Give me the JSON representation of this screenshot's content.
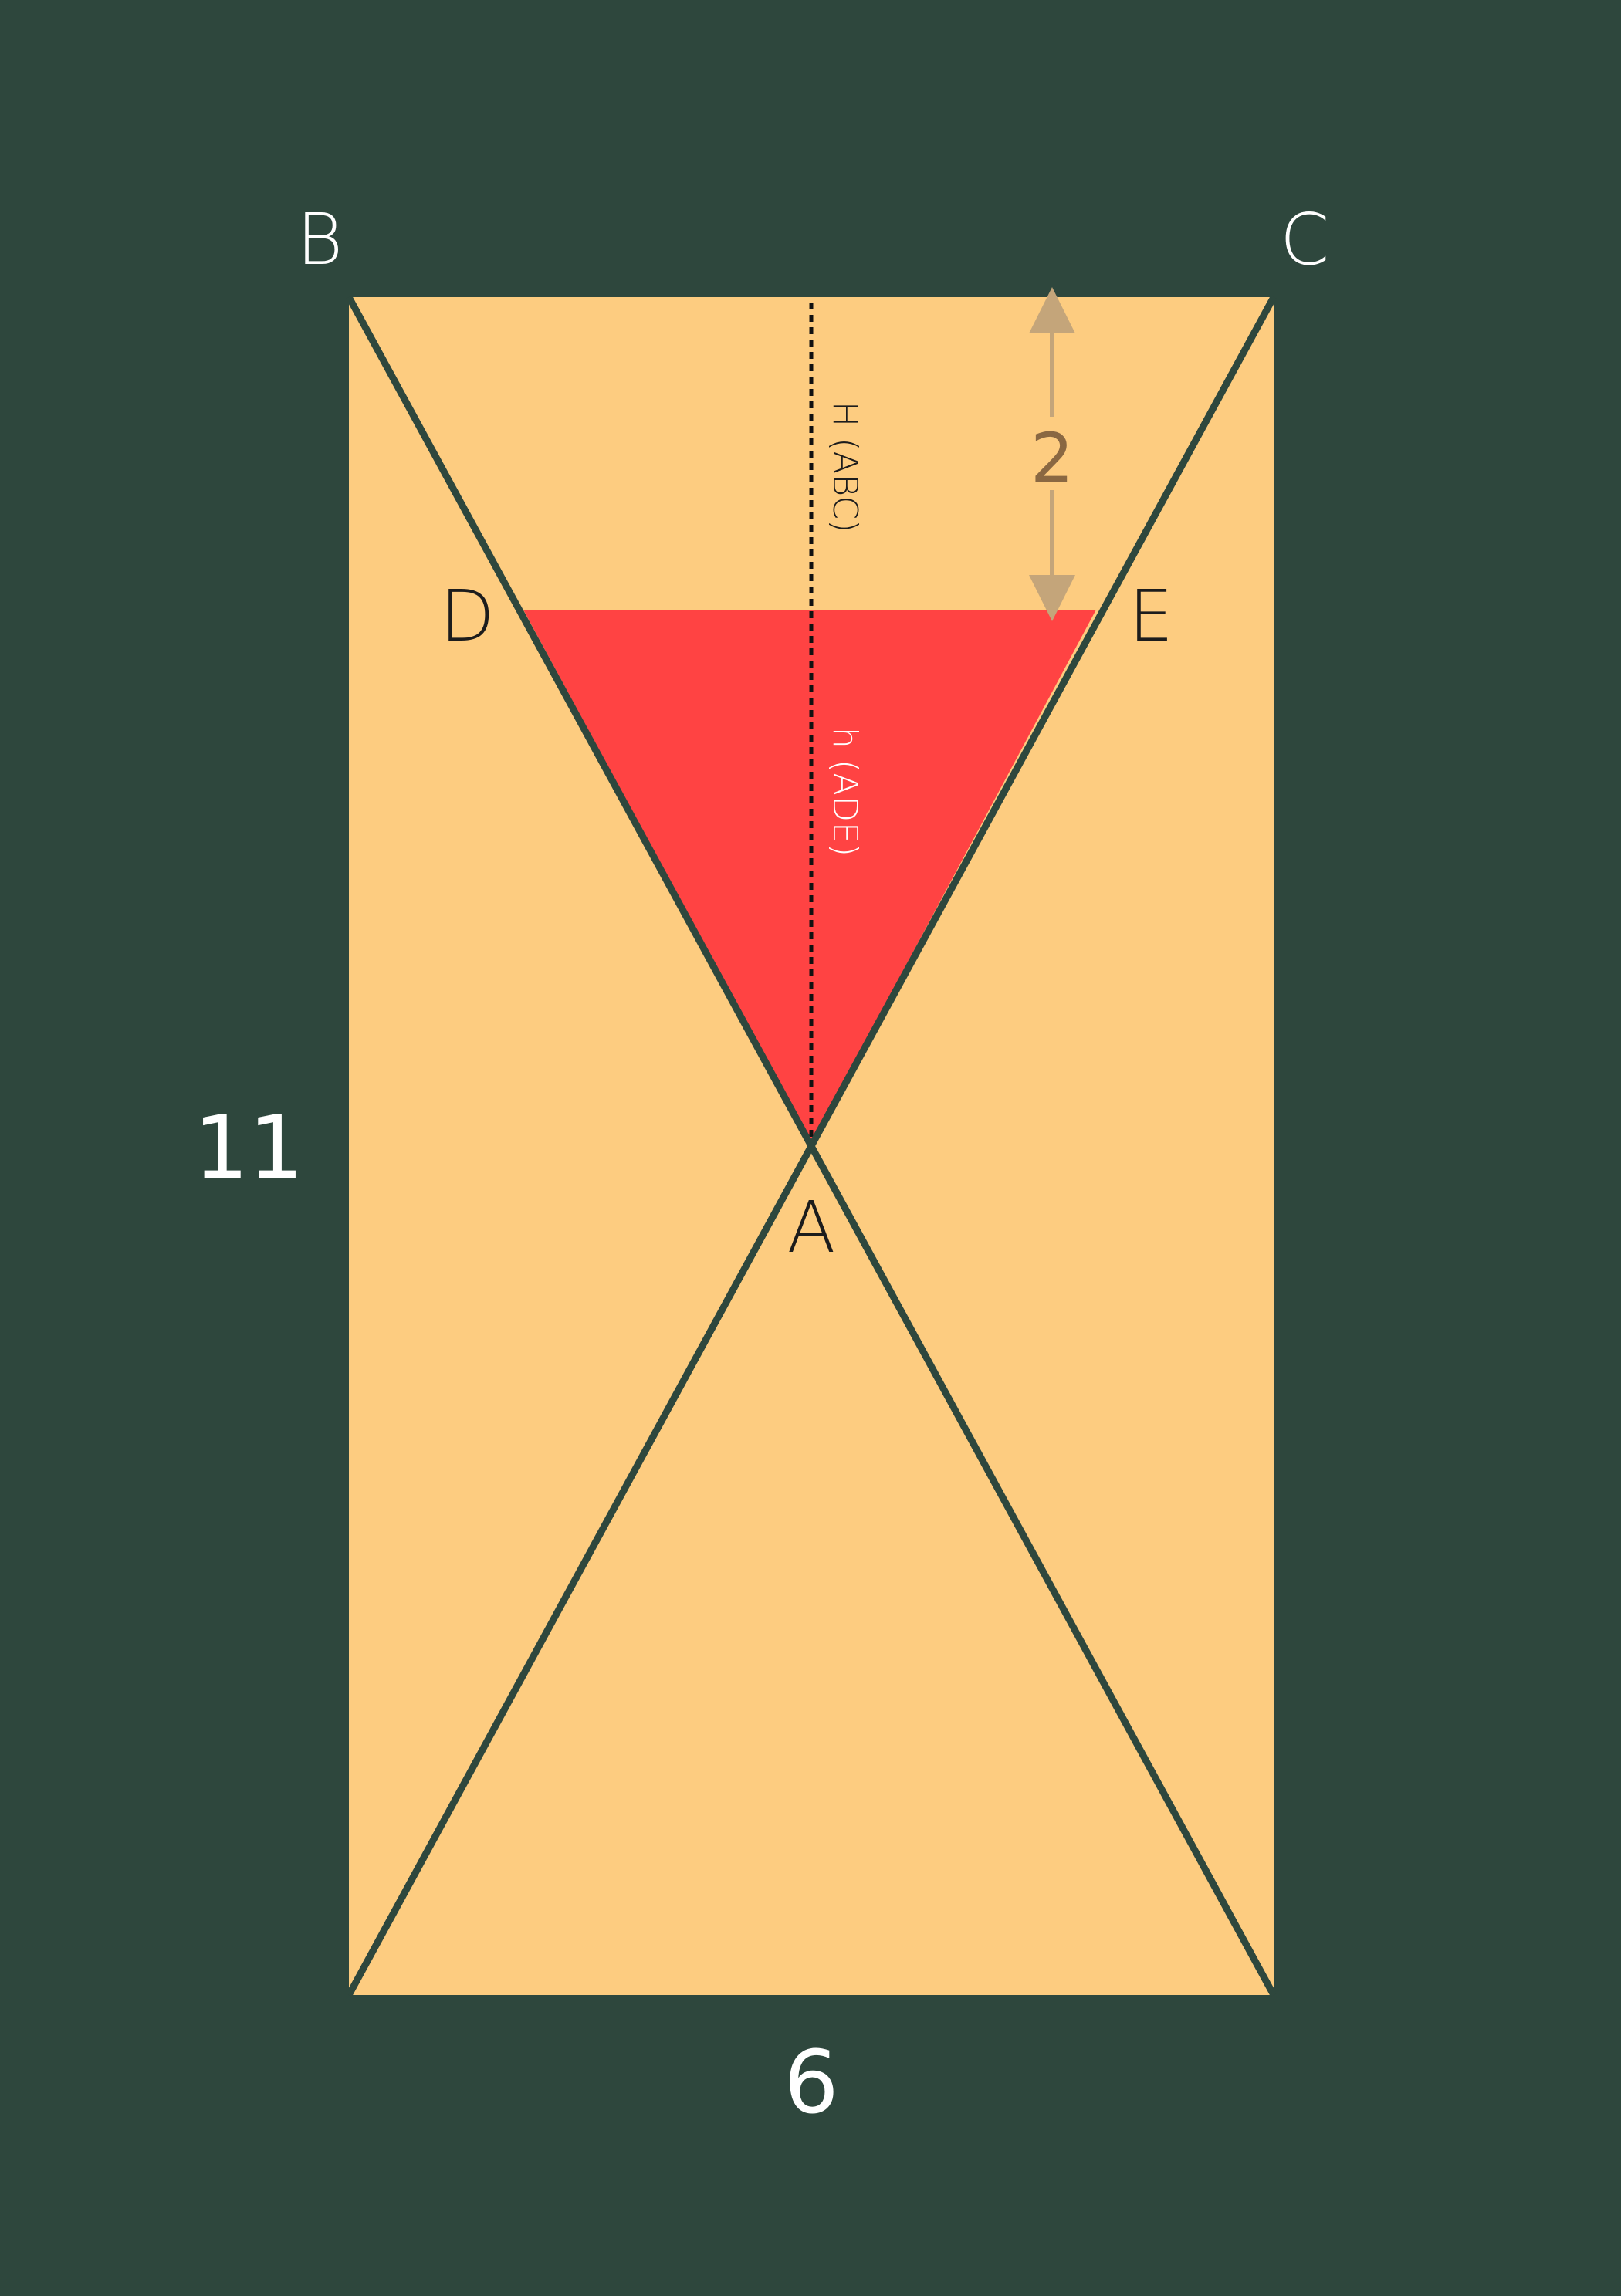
{
  "colors": {
    "background": "#2e473d",
    "rectangle_fill": "#fdcc80",
    "triangle_ADE_fill": "#ff4343",
    "edge_stroke": "#2e473d",
    "dimension_arrow": "#c4a57a",
    "dimension_text_2": "#8a6842",
    "label_light": "#ffffff",
    "label_dark": "#1c1c1c"
  },
  "points": {
    "A": "A",
    "B": "B",
    "C": "C",
    "D": "D",
    "E": "E"
  },
  "dimensions": {
    "height": "11",
    "width": "6",
    "gap": "2"
  },
  "heights": {
    "abc": "H (ABC)",
    "ade": "h (ADE)"
  }
}
